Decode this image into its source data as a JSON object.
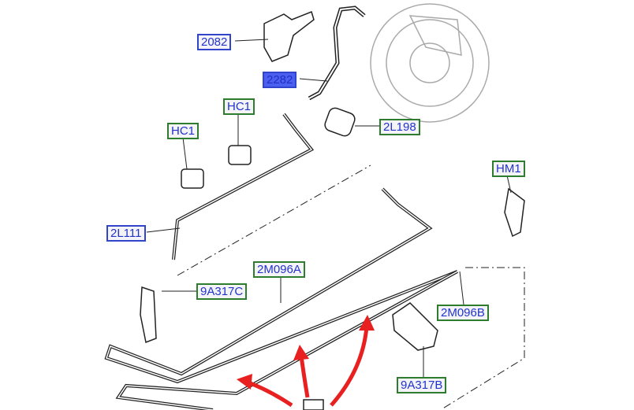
{
  "labels": [
    {
      "text": "2082",
      "style": "blue"
    },
    {
      "text": "2282",
      "style": "blue-highlighted"
    },
    {
      "text": "HC1",
      "style": "green"
    },
    {
      "text": "HC1",
      "style": "green"
    },
    {
      "text": "2L198",
      "style": "green"
    },
    {
      "text": "HM1",
      "style": "green"
    },
    {
      "text": "2L111",
      "style": "blue"
    },
    {
      "text": "2M096A",
      "style": "green"
    },
    {
      "text": "9A317C",
      "style": "green"
    },
    {
      "text": "2M096B",
      "style": "green"
    },
    {
      "text": "9A317B",
      "style": "green"
    }
  ],
  "colors": {
    "label_text": "#2233cc",
    "blue_border": "#3344cc",
    "green_border": "#2e7d2e",
    "highlight": "#4b5ff0",
    "arrow": "#e82020"
  }
}
